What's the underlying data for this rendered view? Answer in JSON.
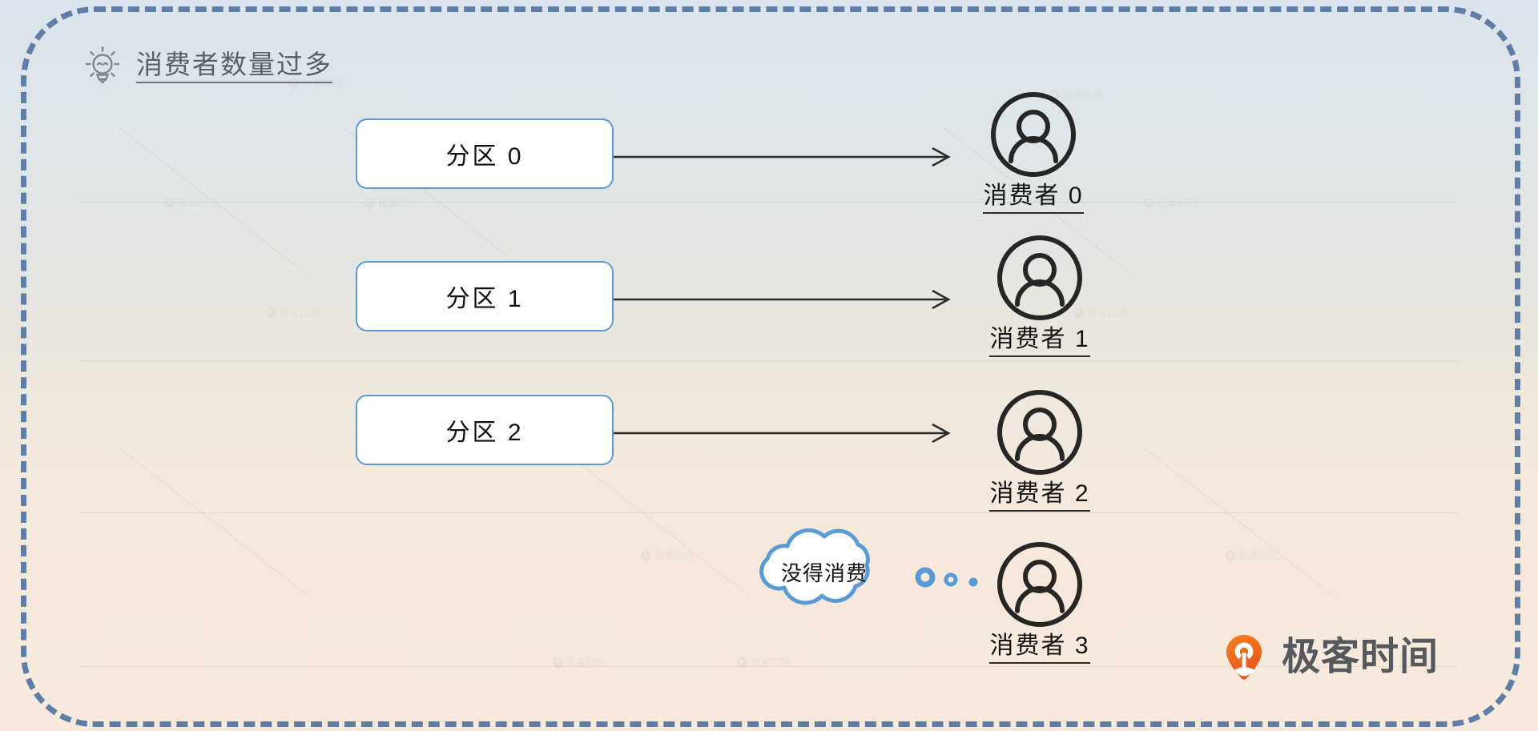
{
  "header": {
    "icon": "lightbulb-icon",
    "title": "消费者数量过多"
  },
  "partitions": [
    {
      "label": "分区 0"
    },
    {
      "label": "分区 1"
    },
    {
      "label": "分区 2"
    }
  ],
  "consumers": [
    {
      "label": "消费者 0",
      "icon": "person-icon"
    },
    {
      "label": "消费者 1",
      "icon": "person-icon"
    },
    {
      "label": "消费者 2",
      "icon": "person-icon"
    },
    {
      "label": "消费者 3",
      "icon": "person-icon"
    }
  ],
  "thought_bubble": {
    "text": "没得消费",
    "icon": "thought-cloud-icon"
  },
  "brand": {
    "name": "极客时间",
    "icon": "geekbang-logo-icon"
  },
  "watermark": {
    "text": "极客时间"
  },
  "colors": {
    "frame_border": "#5e7ea8",
    "box_border": "#5b9bd5",
    "cloud_border": "#5b9bd5",
    "arrow": "#2b2b2b",
    "title_text": "#5b5f66",
    "brand_orange": "#f0641e",
    "brand_text": "#55585c",
    "background_top": "#dbe4ec",
    "background_bottom": "#f7eadd"
  }
}
